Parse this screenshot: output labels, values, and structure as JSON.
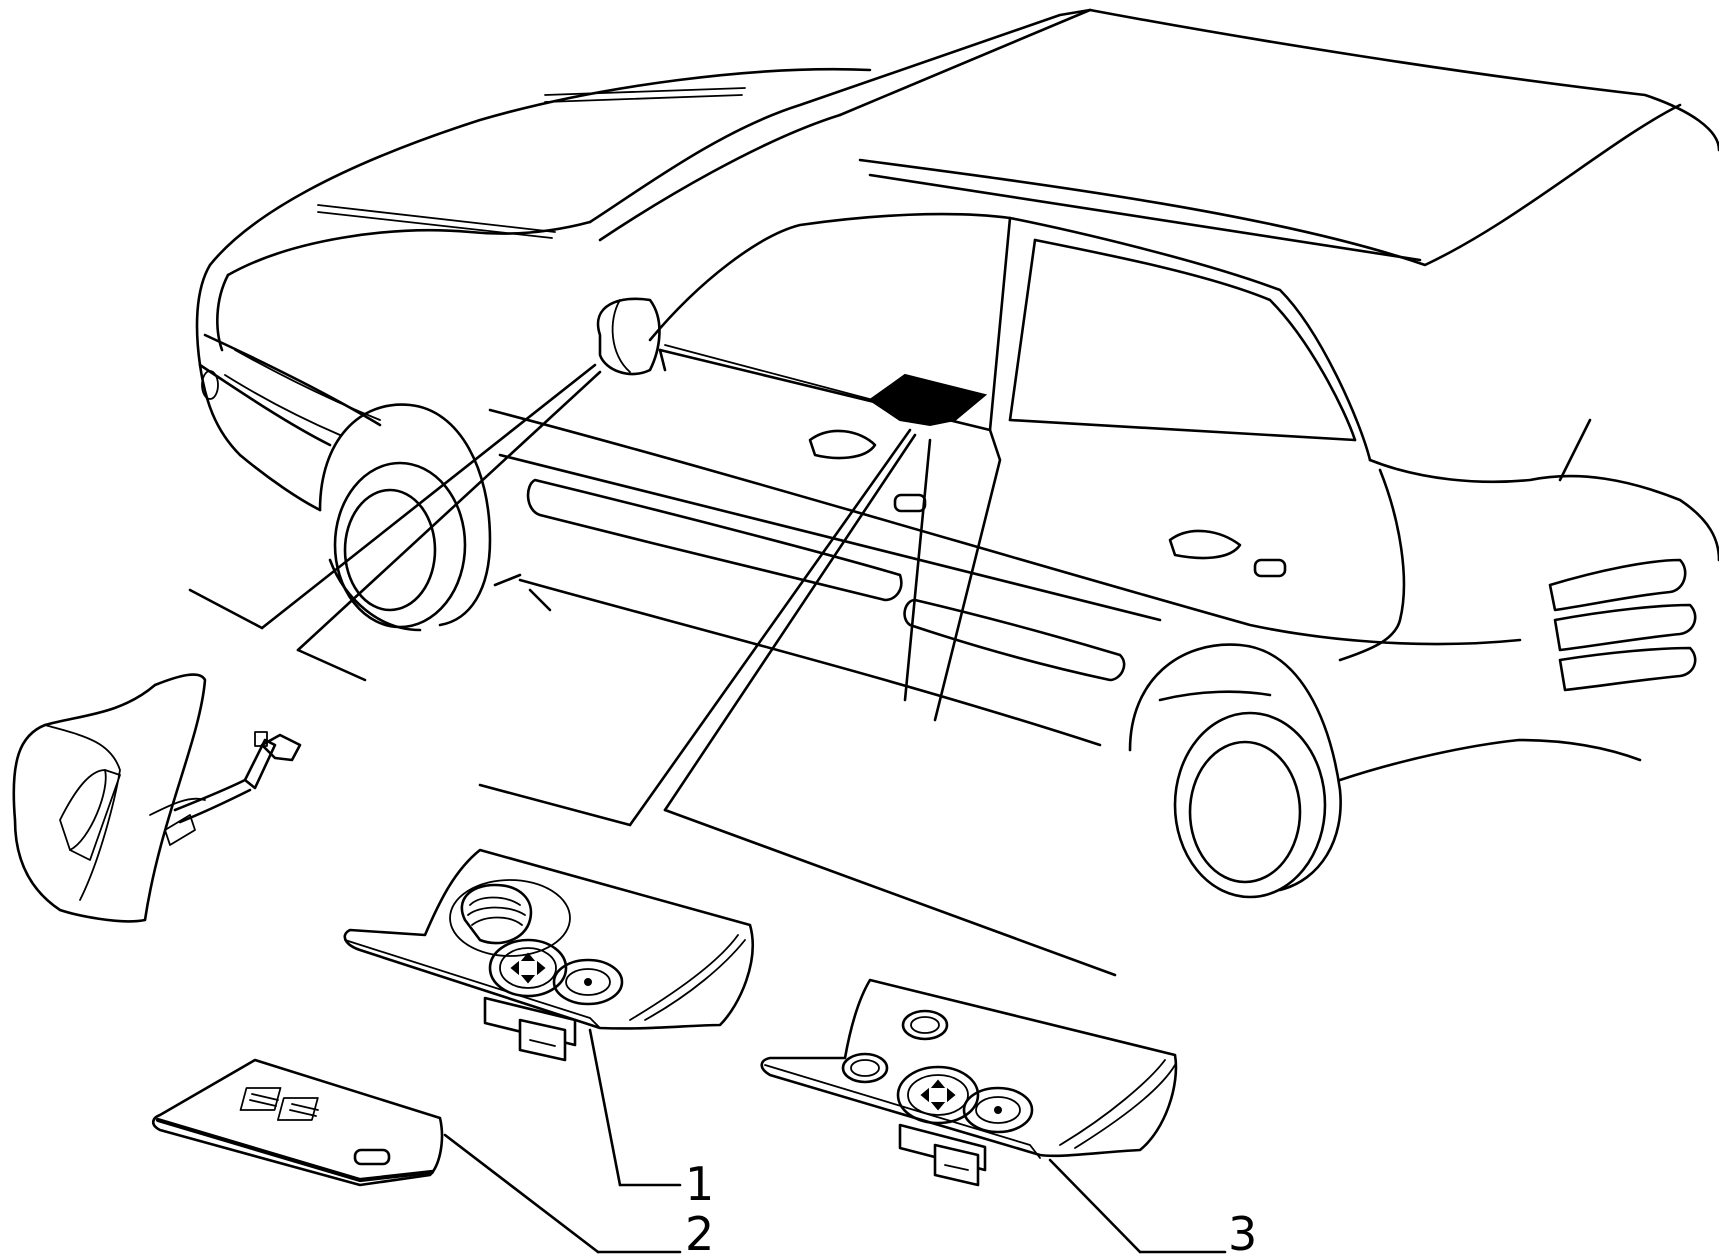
{
  "diagram": {
    "callouts": [
      {
        "id": 1,
        "label": "1"
      },
      {
        "id": 2,
        "label": "2"
      },
      {
        "id": 3,
        "label": "3"
      }
    ]
  }
}
